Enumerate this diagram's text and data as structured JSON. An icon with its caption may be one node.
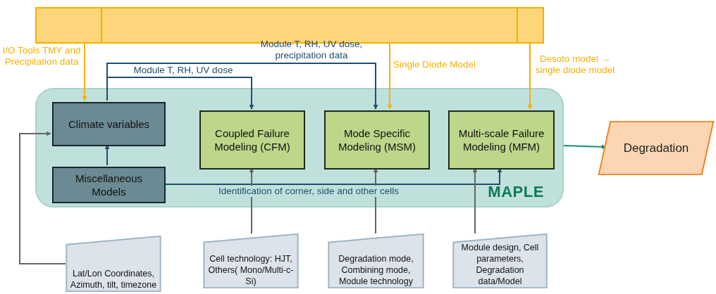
{
  "diagram": {
    "nodes": [
      {
        "text": [],
        "shape": "bar"
      },
      {
        "text": [
          "MAPLE"
        ]
      },
      {
        "text": [
          "Climate variables"
        ],
        "in": 1
      },
      {
        "text": [
          "Coupled Failure Modeling (CFM)"
        ],
        "in": 1
      },
      {
        "text": [
          "Mode Specific Modeling (MSM)"
        ],
        "in": 1
      },
      {
        "text": [
          "Multi-scale Failure Modeling (MFM)"
        ],
        "in": 1
      },
      {
        "text": [
          "Miscellaneous Models"
        ],
        "in": 1
      },
      {
        "text": [
          "Degradation"
        ]
      },
      {
        "text": [
          "Lat/Lon Coordinates, Azimuth, tilt, timezone"
        ]
      },
      {
        "text": [
          "Cell technology: HJT, Others( Mono/Multi-c-Si)"
        ]
      },
      {
        "text": [
          "Degradation mode, Combining mode, Module technology"
        ]
      },
      {
        "text": [
          "Module design, Cell parameters, Degradation data/Model"
        ]
      }
    ],
    "edges": [
      {
        "from": 0,
        "to": 2,
        "arrow": "to",
        "label": "I/O Tools TMY and Precipitation data",
        "color": "#f5b000"
      },
      {
        "from": 0,
        "to": 4,
        "arrow": "to",
        "label": "Single Diode Model",
        "color": "#f5b000"
      },
      {
        "from": 0,
        "to": 5,
        "arrow": "to",
        "label": "Desoto model → single diode model",
        "color": "#f5b000"
      },
      {
        "from": 2,
        "to": 3,
        "arrow": "to",
        "label": "Module T, RH, UV dose"
      },
      {
        "from": 2,
        "to": 4,
        "arrow": "to",
        "label": "Module T, RH, UV dose, precipitation data"
      },
      {
        "from": 6,
        "to": 2,
        "arrow": "to"
      },
      {
        "from": 6,
        "to": 5,
        "arrow": "to",
        "label": "Identification of corner, side and other cells"
      },
      {
        "from": 1,
        "to": 7,
        "arrow": "to",
        "color": "#1a8a72"
      },
      {
        "from": 8,
        "to": 2,
        "arrow": "to",
        "color": "#666666"
      },
      {
        "from": 9,
        "to": 3,
        "arrow": "to",
        "color": "#666666"
      },
      {
        "from": 10,
        "to": 4,
        "arrow": "to",
        "color": "#666666"
      },
      {
        "from": 11,
        "to": 5,
        "arrow": "to",
        "color": "#666666"
      }
    ]
  }
}
